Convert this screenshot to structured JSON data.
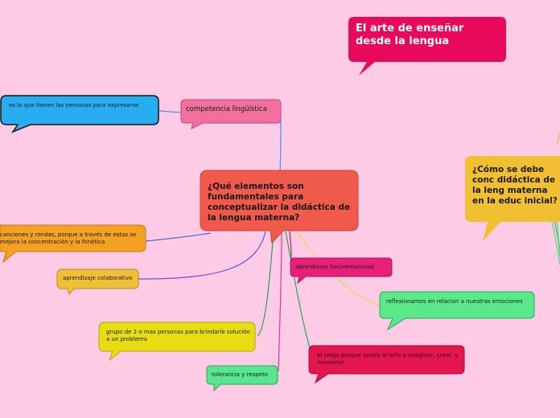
{
  "title": "El arte de enseñar desde la lengua",
  "central": "¿Qué elementos son fundamentales para conceptualizar la didáctica de la lengua materna?",
  "right_question": "¿Cómo se debe conc didáctica de la leng materna en la educ inicial?",
  "nodes": {
    "competencia": "competencia lingüística",
    "competencia_def": "es la que tienen las personas para expresarse",
    "canciones": "canciones y rondas, porque a través de estas se mejora la concentración y la fonética",
    "colaborativo": "aprendizaje colaborativo",
    "grupo": "grupo de 2 o mas personas para brindarle solución a un problema",
    "tolerancia": "tolerancia y respeto",
    "socioemocional": "aprendizaje Socioemocional",
    "reflexionamos": "reflexionamos en relacion a nuestras emociones",
    "juego": "el juego porque ayuda al niño a imaginar, crear, y recrearse"
  },
  "colors": {
    "background": "#fdcbe5",
    "title": "#e8095a",
    "central": "#ef5a4a",
    "right_question": "#f0c032",
    "competencia": "#f2709e",
    "competencia_def": "#27adf0",
    "canciones": "#f4a020",
    "colaborativo": "#f0bf38",
    "grupo": "#e8dd12",
    "tolerancia": "#57e68d",
    "socioemocional": "#e8207a",
    "reflexionamos": "#5be88a",
    "juego": "#e5164f"
  }
}
